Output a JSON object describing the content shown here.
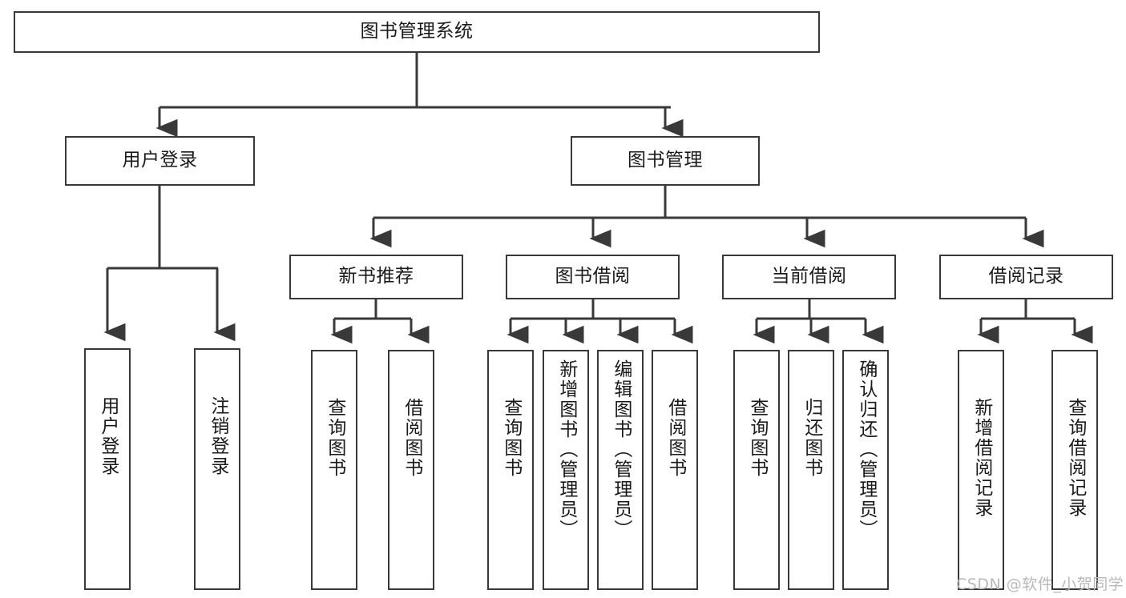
{
  "diagram": {
    "title": "图书管理系统",
    "type": "tree-hierarchy-diagram",
    "root": {
      "label": "图书管理系统"
    },
    "level2": [
      {
        "label": "用户登录"
      },
      {
        "label": "图书管理"
      }
    ],
    "level3": [
      {
        "label": "新书推荐"
      },
      {
        "label": "图书借阅"
      },
      {
        "label": "当前借阅"
      },
      {
        "label": "借阅记录"
      }
    ],
    "leaves": {
      "user_login": [
        {
          "label": "用户登录"
        },
        {
          "label": "注销登录"
        }
      ],
      "new_book_recommend": [
        {
          "label": "查询图书"
        },
        {
          "label": "借阅图书"
        }
      ],
      "book_borrow": [
        {
          "label": "查询图书"
        },
        {
          "label": "新增图书（管理员）"
        },
        {
          "label": "编辑图书（管理员）"
        },
        {
          "label": "借阅图书"
        }
      ],
      "current_borrow": [
        {
          "label": "查询图书"
        },
        {
          "label": "归还图书"
        },
        {
          "label": "确认归还（管理员）"
        }
      ],
      "borrow_record": [
        {
          "label": "新增借阅记录"
        },
        {
          "label": "查询借阅记录"
        }
      ]
    }
  },
  "watermark": {
    "text": "CSDN @软件_小贺同学"
  },
  "colors": {
    "stroke": "#39393b",
    "box_fill": "#ffffff",
    "text": "#1a1a1a",
    "watermark": "#b9b9b9"
  }
}
